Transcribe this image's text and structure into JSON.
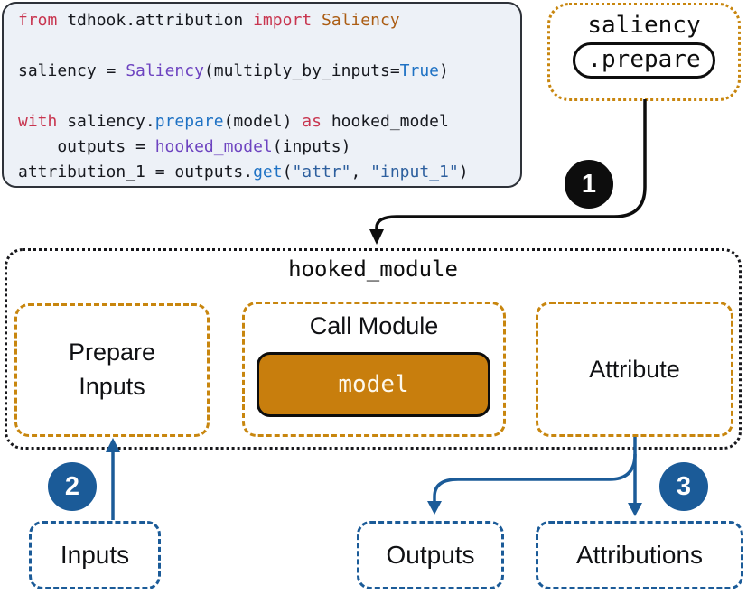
{
  "colors": {
    "orange_border": "#c8860e",
    "orange_fill": "#c87e0d",
    "blue": "#1b5b98",
    "badge_black": "#0d0d0d",
    "code_background": "#edf1f7"
  },
  "code_block": {
    "lines": [
      [
        {
          "t": "from ",
          "c": "kw"
        },
        {
          "t": "tdhook.attribution ",
          "c": "pl"
        },
        {
          "t": "import ",
          "c": "kw"
        },
        {
          "t": "Saliency",
          "c": "cls"
        }
      ],
      [],
      [
        {
          "t": "saliency = ",
          "c": "pl"
        },
        {
          "t": "Saliency",
          "c": "pur"
        },
        {
          "t": "(multiply_by_inputs=",
          "c": "pl"
        },
        {
          "t": "True",
          "c": "fn"
        },
        {
          "t": ")",
          "c": "pl"
        }
      ],
      [],
      [
        {
          "t": "with ",
          "c": "kw"
        },
        {
          "t": "saliency.",
          "c": "pl"
        },
        {
          "t": "prepare",
          "c": "fn"
        },
        {
          "t": "(model) ",
          "c": "pl"
        },
        {
          "t": "as ",
          "c": "kw"
        },
        {
          "t": "hooked_model",
          "c": "pl"
        }
      ],
      [
        {
          "t": "    outputs = ",
          "c": "pl"
        },
        {
          "t": "hooked_model",
          "c": "pur"
        },
        {
          "t": "(inputs)",
          "c": "pl"
        }
      ],
      [
        {
          "t": "attribution_1 = outputs.",
          "c": "pl"
        },
        {
          "t": "get",
          "c": "fn"
        },
        {
          "t": "(",
          "c": "pl"
        },
        {
          "t": "\"attr\"",
          "c": "str"
        },
        {
          "t": ", ",
          "c": "pl"
        },
        {
          "t": "\"input_1\"",
          "c": "str"
        },
        {
          "t": ")",
          "c": "pl"
        }
      ]
    ]
  },
  "saliency_panel": {
    "title": "saliency",
    "method_label": ".prepare"
  },
  "badges": {
    "step1": "1",
    "step2": "2",
    "step3": "3"
  },
  "hooked_module": {
    "title": "hooked_module",
    "prepare_inputs_label": "Prepare Inputs",
    "call_module_label": "Call Module",
    "model_label": "model",
    "attribute_label": "Attribute"
  },
  "io_boxes": {
    "inputs_label": "Inputs",
    "outputs_label": "Outputs",
    "attributions_label": "Attributions"
  }
}
